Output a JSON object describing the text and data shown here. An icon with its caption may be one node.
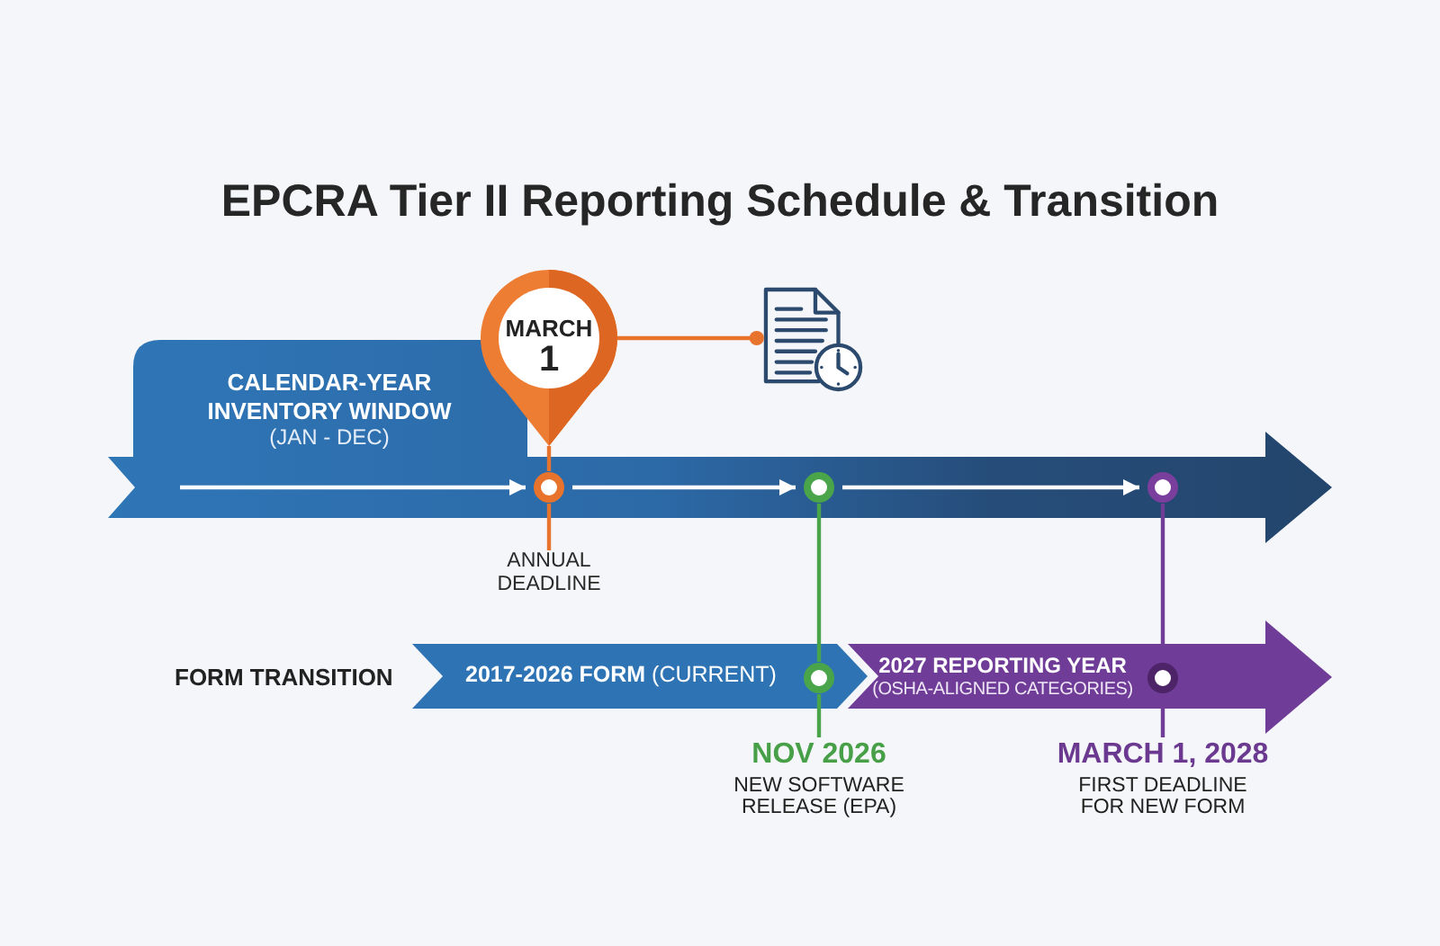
{
  "diagram": {
    "title": "EPCRA Tier II Reporting Schedule & Transition",
    "nodes": [
      {
        "text": [
          "CALENDAR-YEAR INVENTORY WINDOW",
          "(JAN - DEC)"
        ]
      },
      {
        "text": [
          "MARCH",
          "1"
        ]
      },
      {
        "text": [],
        "shape": "picture"
      },
      {
        "text": [],
        "shape": "circle",
        "in": 0
      },
      {
        "text": [],
        "shape": "circle",
        "in": 0
      },
      {
        "text": [],
        "shape": "circle",
        "in": 0
      },
      {
        "text": [
          "ANNUAL DEADLINE"
        ]
      },
      {
        "text": [
          "**2017-2026 FORM** (CURRENT)"
        ]
      },
      {
        "text": [],
        "shape": "circle",
        "in": 7
      },
      {
        "text": [
          "2027 REPORTING YEAR",
          "(OSHA-ALIGNED CATEGORIES)"
        ]
      },
      {
        "text": [],
        "shape": "circle",
        "in": 9
      },
      {
        "text": [
          "NOV 2026",
          "NEW SOFTWARE RELEASE (EPA)"
        ]
      },
      {
        "text": [
          "MARCH 1, 2028",
          "FIRST DEADLINE FOR NEW FORM"
        ]
      }
    ],
    "edges": [
      {
        "from": null,
        "to": 3,
        "arrow": "to",
        "color": "#ffffff"
      },
      {
        "from": 1,
        "to": 2,
        "arrow": "other",
        "color": "#e8732c"
      },
      {
        "from": 1,
        "to": 3,
        "arrow": "none",
        "color": "#e8732c"
      },
      {
        "from": 3,
        "to": 6,
        "arrow": "none",
        "color": "#e8732c"
      },
      {
        "from": 3,
        "to": 4,
        "arrow": "to",
        "color": "#ffffff"
      },
      {
        "from": 4,
        "to": 5,
        "arrow": "to",
        "color": "#ffffff"
      },
      {
        "from": 4,
        "to": 8,
        "arrow": "none",
        "color": "#4aa54a"
      },
      {
        "from": 8,
        "to": 11,
        "arrow": "none",
        "color": "#4aa54a"
      },
      {
        "from": 5,
        "to": 10,
        "arrow": "none",
        "color": "#6f3c97"
      },
      {
        "from": 10,
        "to": 12,
        "arrow": "none",
        "color": "#6f3c97"
      }
    ],
    "labels": [
      "FORM TRANSITION"
    ]
  }
}
